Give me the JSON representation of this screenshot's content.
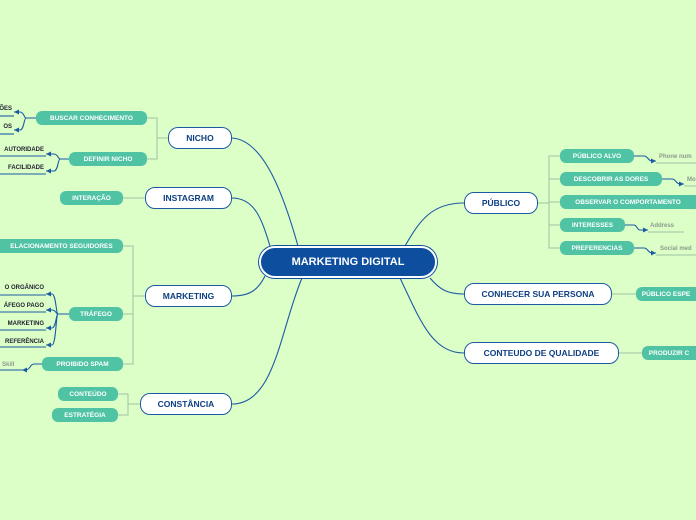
{
  "central": "MARKETING DIGITAL",
  "left": {
    "nicho": {
      "label": "NICHO",
      "buscar": {
        "label": "BUSCAR CONHECIMENTO",
        "leaves": [
          "ÕES",
          "OS"
        ]
      },
      "definir": {
        "label": "DEFINIR NICHO",
        "leaves": [
          "AUTORIDADE",
          "FACILIDADE"
        ]
      }
    },
    "instagram": {
      "label": "INSTAGRAM",
      "interacao": "INTERAÇÃO"
    },
    "marketing": {
      "label": "MARKETING",
      "relacionamento": "ELACIONAMENTO SEGUIDORES",
      "trafego": {
        "label": "TRÁFEGO",
        "leaves": [
          "O ORGÂNICO",
          "ÁFEGO PAGO",
          "MARKETING",
          "REFERÊNCIA"
        ]
      },
      "spam": {
        "label": "PROIBIDO SPAM",
        "leaf": "Skill"
      }
    },
    "constancia": {
      "label": "CONSTÂNCIA",
      "conteudo": "CONTEÚDO",
      "estrategia": "ESTRATÉGIA"
    }
  },
  "right": {
    "publico": {
      "label": "PÚBLICO",
      "items": [
        {
          "label": "PÚBLICO ALVO",
          "leaf": "Phone num"
        },
        {
          "label": "DESCOBRIR AS DORES",
          "leaf": "Mo"
        },
        {
          "label": "OBSERVAR O COMPORTAMENTO",
          "leaf": ""
        },
        {
          "label": "INTERESSES",
          "leaf": "Address"
        },
        {
          "label": "PREFERENCIAS",
          "leaf": "Social med"
        }
      ]
    },
    "persona": {
      "label": "CONHECER SUA PERSONA",
      "sub": "PÚBLICO ESPE"
    },
    "conteudo": {
      "label": "CONTEUDO DE QUALIDADE",
      "sub": "PRODUZIR C"
    }
  }
}
